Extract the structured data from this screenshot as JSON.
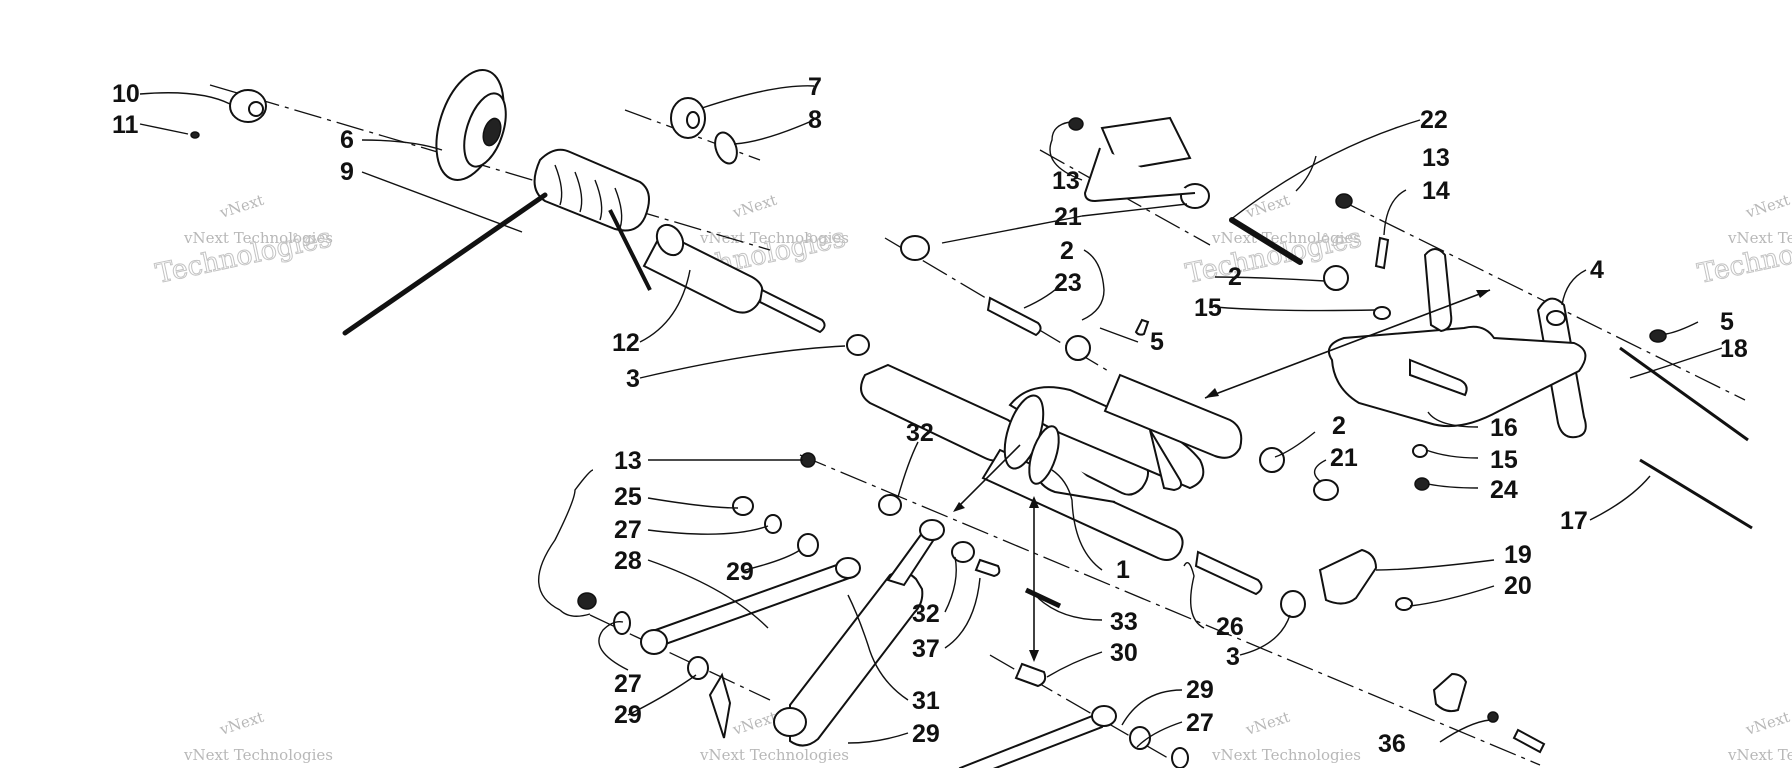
{
  "watermark": {
    "line1": "vNext Technologies",
    "line2": "Technologies",
    "top_small": "vNext"
  },
  "callouts": {
    "c10": "10",
    "c11": "11",
    "c6": "6",
    "c9": "9",
    "c7": "7",
    "c8": "8",
    "c12": "12",
    "c3a": "3",
    "c13a": "13",
    "c21a": "21",
    "c2a": "2",
    "c23": "23",
    "c5a": "5",
    "c22": "22",
    "c13b": "13",
    "c14": "14",
    "c2b": "2",
    "c15a": "15",
    "c4": "4",
    "c5b": "5",
    "c18": "18",
    "c16": "16",
    "c2c": "2",
    "c21b": "21",
    "c15b": "15",
    "c24": "24",
    "c17": "17",
    "c32a": "32",
    "c13c": "13",
    "c25": "25",
    "c27a": "27",
    "c28": "28",
    "c29a": "29",
    "c1": "1",
    "c32b": "32",
    "c37": "37",
    "c33": "33",
    "c26": "26",
    "c19": "19",
    "c20": "20",
    "c3b": "3",
    "c30": "30",
    "c27b": "27",
    "c29b": "29",
    "c31": "31",
    "c29c": "29",
    "c29d": "29",
    "c27c": "27",
    "c36": "36"
  }
}
